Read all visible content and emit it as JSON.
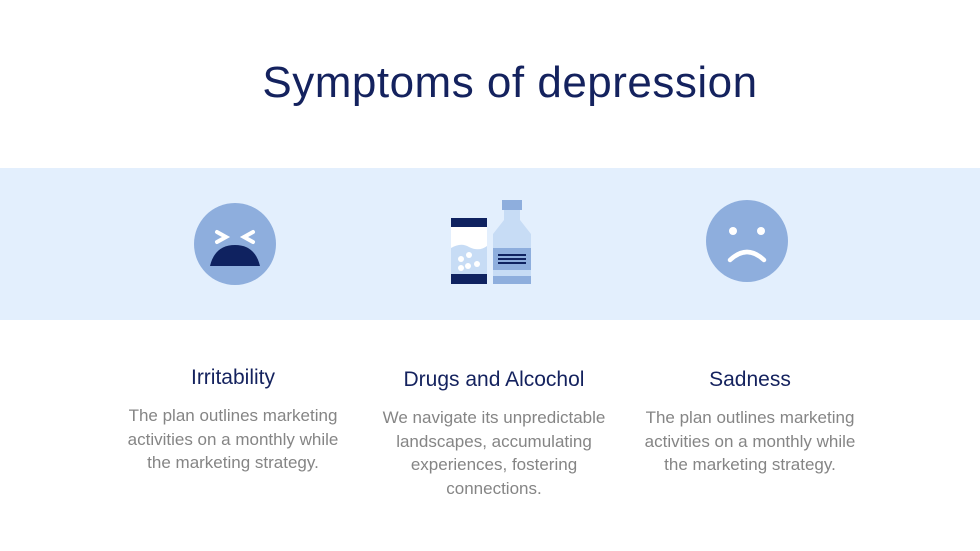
{
  "title": "Symptoms of depression",
  "colors": {
    "band": "#e3effd",
    "navy": "#0f2260",
    "icon_blue": "#8eaedd",
    "light_blue": "#c7dcf5"
  },
  "items": [
    {
      "icon": "angry-face-icon",
      "heading": "Irritability",
      "text": "The plan outlines marketing activities on a monthly  while the marketing strategy."
    },
    {
      "icon": "pills-and-bottle-icon",
      "heading": "Drugs and Alcochol",
      "text": "We navigate its unpredictable landscapes, accumulating experiences, fostering connections."
    },
    {
      "icon": "sad-face-icon",
      "heading": "Sadness",
      "text": "The plan outlines marketing activities on a monthly  while the marketing strategy."
    }
  ]
}
